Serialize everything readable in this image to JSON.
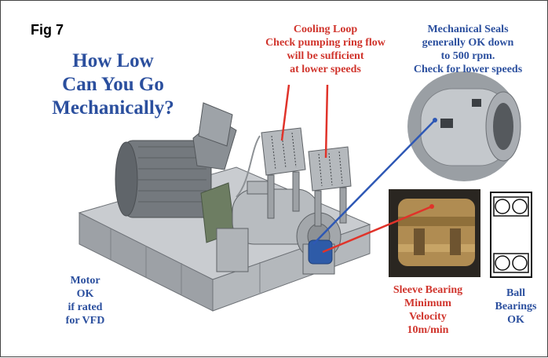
{
  "figure": {
    "label": "Fig 7",
    "headline": [
      "How Low",
      "Can You Go",
      "Mechanically?"
    ],
    "cooling_loop": [
      "Cooling Loop",
      "Check pumping ring flow",
      "will be sufficient",
      "at lower speeds"
    ],
    "mechanical_seals": [
      "Mechanical Seals",
      "generally OK down",
      "to 500 rpm.",
      "Check for lower speeds"
    ],
    "motor": [
      "Motor",
      "OK",
      "if rated",
      "for VFD"
    ],
    "sleeve_bearing": [
      "Sleeve Bearing",
      "Minimum",
      "Velocity",
      "10m/min"
    ],
    "ball_bearings": [
      "Ball",
      "Bearings",
      "OK"
    ]
  },
  "colors": {
    "blue_text": "#2b4f9e",
    "red_text": "#d0342c",
    "red_line": "#e0332a",
    "blue_line": "#2e58b5",
    "machine_gray": "#a9adb1",
    "motor_dark": "#6f7479",
    "bronze": "#a8854a"
  }
}
